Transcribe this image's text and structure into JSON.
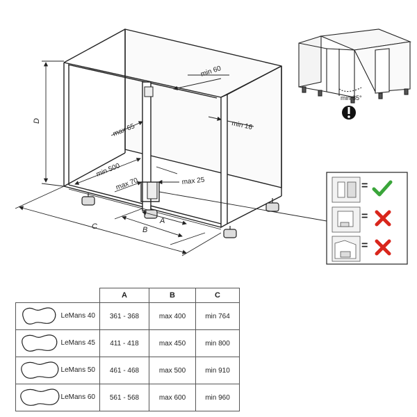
{
  "dimension_labels": {
    "min60": "min 60",
    "min16": "min 16",
    "max65": "max 65",
    "min500": "min 500",
    "max70": "max 70",
    "max25": "max 25",
    "D": "D",
    "A": "A",
    "B": "B",
    "C": "C",
    "min85": "min 85°"
  },
  "hinge_options": [
    {
      "symbol": "=",
      "status": "allowed",
      "icon": "checkmark-icon",
      "color": "#3aa53a"
    },
    {
      "symbol": "=",
      "status": "not-allowed",
      "icon": "cross-icon",
      "color": "#d9261c"
    },
    {
      "symbol": "=",
      "status": "not-allowed",
      "icon": "cross-icon",
      "color": "#d9261c"
    }
  ],
  "warning_icon": "exclamation-icon",
  "table": {
    "headers": [
      "",
      "A",
      "B",
      "C"
    ],
    "rows": [
      {
        "model": "LeMans 40",
        "A": "361 - 368",
        "B": "max 400",
        "C": "min 764"
      },
      {
        "model": "LeMans 45",
        "A": "411 - 418",
        "B": "max 450",
        "C": "min 800"
      },
      {
        "model": "LeMans 50",
        "A": "461 - 468",
        "B": "max 500",
        "C": "min 910"
      },
      {
        "model": "LeMans 60",
        "A": "561 - 568",
        "B": "max 600",
        "C": "min 960"
      }
    ]
  }
}
